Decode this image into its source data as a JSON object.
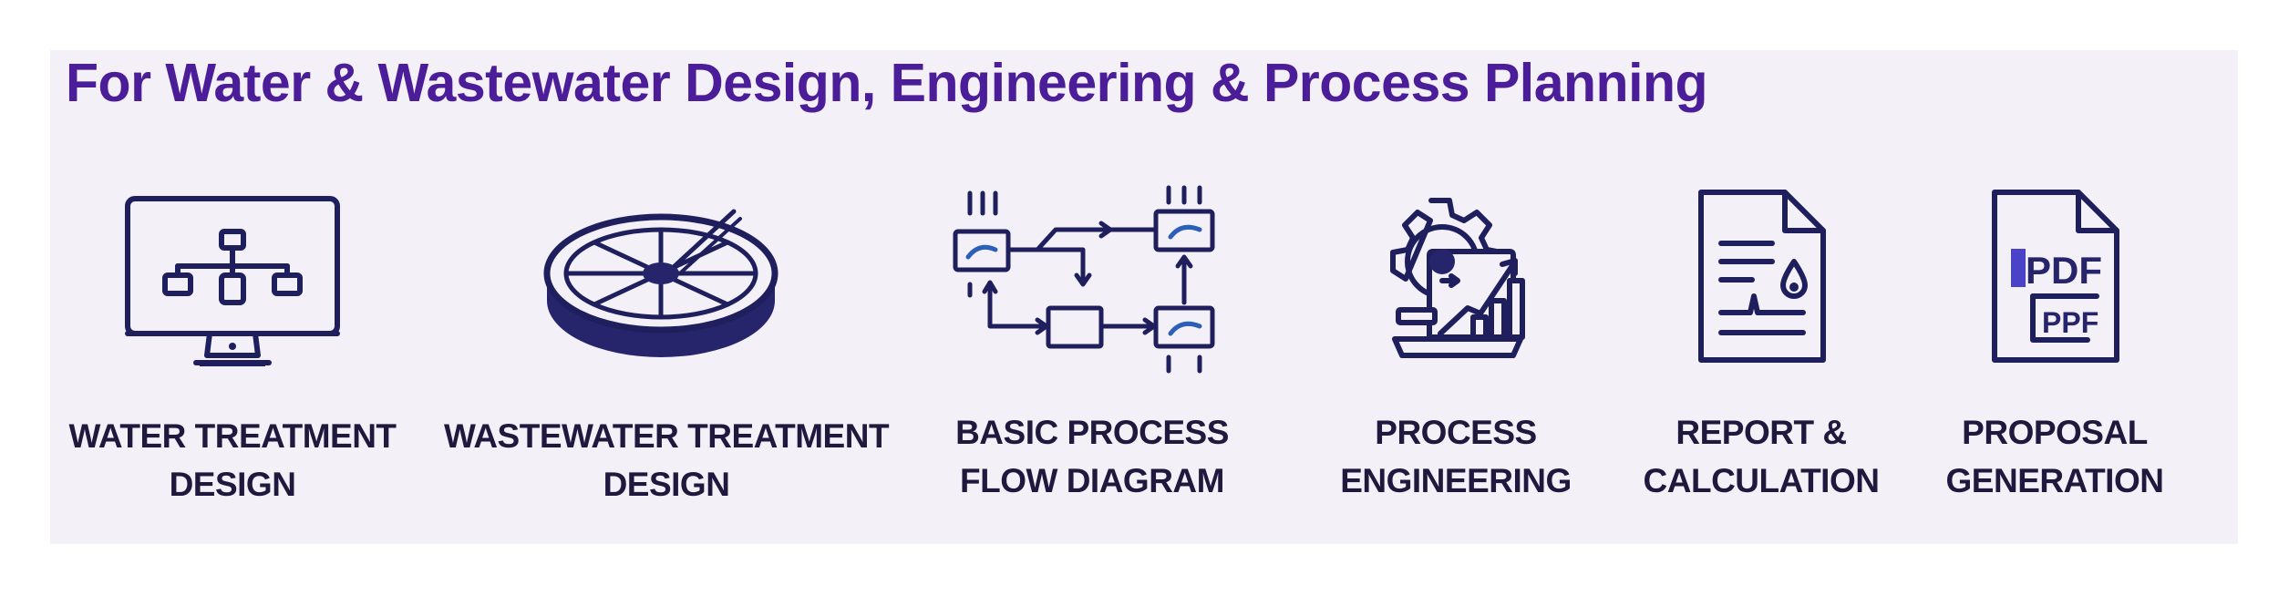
{
  "title": "For Water & Wastewater Design, Engineering & Process Planning",
  "items": [
    {
      "icon": "monitor-flowchart-icon",
      "label_line1": "WATER TREATMENT",
      "label_line2": "DESIGN"
    },
    {
      "icon": "clarifier-tank-icon",
      "label_line1": "WASTEWATER TREATMENT",
      "label_line2": "DESIGN"
    },
    {
      "icon": "process-flow-diagram-icon",
      "label_line1": "BASIC PROCESS",
      "label_line2": "FLOW DIAGRAM"
    },
    {
      "icon": "gear-laptop-chart-icon",
      "label_line1": "PROCESS",
      "label_line2": "ENGINEERING"
    },
    {
      "icon": "report-document-icon",
      "label_line1": "REPORT &",
      "label_line2": "CALCULATION"
    },
    {
      "icon": "pdf-document-icon",
      "label_line1": "PROPOSAL",
      "label_line2": "GENERATION"
    }
  ],
  "icon_text": {
    "pdf_top": "PDF",
    "pdf_bottom": "PPF"
  },
  "colors": {
    "background": "#f3f0f8",
    "title": "#4b1d99",
    "icon_stroke": "#1f1f5e",
    "icon_fill": "#26256b",
    "label": "#1f1a3d"
  }
}
